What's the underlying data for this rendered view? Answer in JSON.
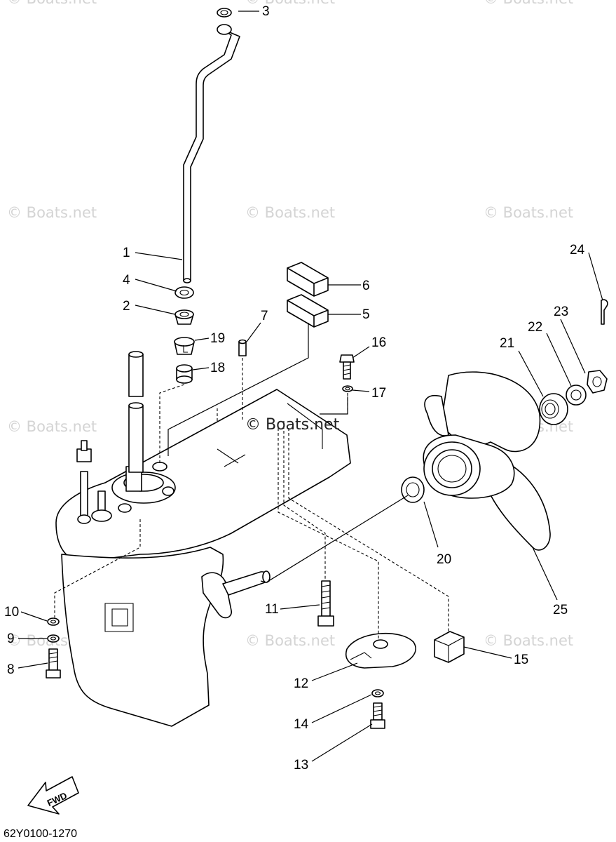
{
  "watermark": "© Boats.net",
  "diagram_code": "62Y0100-1270",
  "fwd_label": "FWD",
  "callouts": [
    "1",
    "2",
    "3",
    "4",
    "5",
    "6",
    "7",
    "8",
    "9",
    "10",
    "11",
    "12",
    "13",
    "14",
    "15",
    "16",
    "17",
    "18",
    "19",
    "20",
    "21",
    "22",
    "23",
    "24",
    "25"
  ]
}
